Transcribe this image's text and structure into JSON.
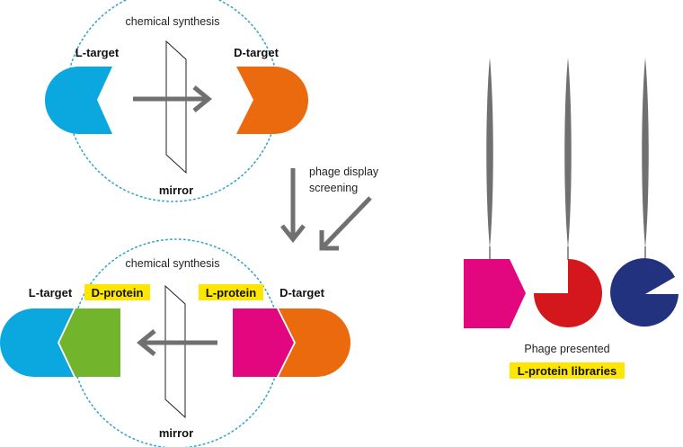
{
  "colors": {
    "cyan": "#0aa8df",
    "orange": "#ec6a0e",
    "green": "#72b52c",
    "magenta": "#e2077e",
    "red": "#d4171c",
    "navy": "#23327f",
    "arrow_gray": "#707070",
    "highlight": "#ffe600",
    "circle_dots": "#3aa7c9"
  },
  "top_panel": {
    "process": "chemical synthesis",
    "left_label": "L-target",
    "right_label": "D-target",
    "mirror_label": "mirror"
  },
  "middle": {
    "screening_line1": "phage display",
    "screening_line2": "screening"
  },
  "bottom_panel": {
    "process": "chemical synthesis",
    "l_target_label": "L-target",
    "d_protein_label": "D-protein",
    "l_protein_label": "L-protein",
    "d_target_label": "D-target",
    "mirror_label": "mirror"
  },
  "phage_panel": {
    "caption": "Phage presented",
    "highlight": "L-protein libraries"
  },
  "icons": [
    "mirror-plane-icon",
    "arrow-right-icon",
    "arrow-left-icon",
    "arrow-down-icon",
    "arrow-down-left-icon"
  ]
}
